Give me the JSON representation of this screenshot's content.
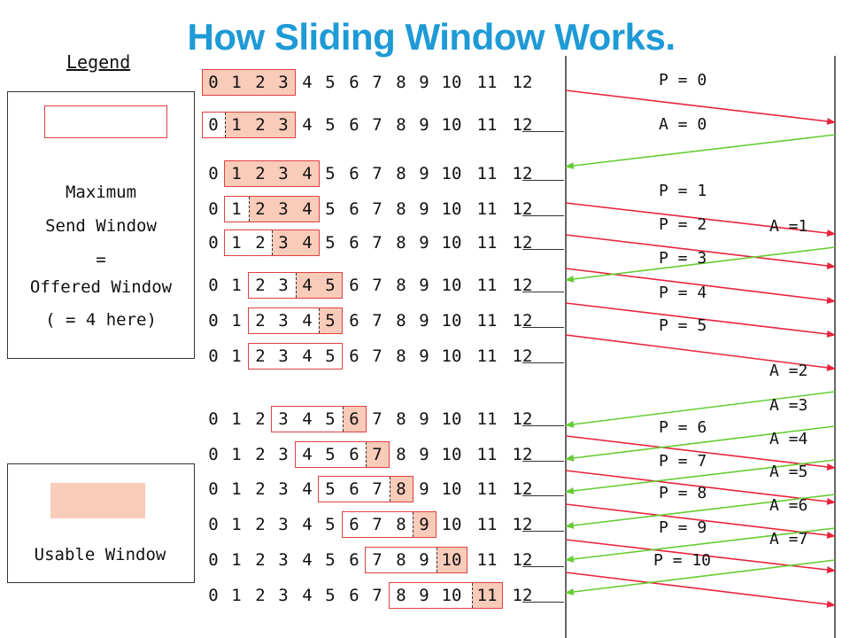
{
  "title": "How Sliding Window Works.",
  "legend": {
    "heading": "Legend",
    "max_window_lines": [
      "Maximum",
      "Send Window",
      "=",
      "Offered Window",
      "( = 4 here)"
    ],
    "usable_caption": "Usable Window"
  },
  "sequence": [
    "0",
    "1",
    "2",
    "3",
    "4",
    "5",
    "6",
    "7",
    "8",
    "9",
    "10",
    "11",
    "12"
  ],
  "rows": [
    {
      "max": [
        0,
        3
      ],
      "usable": [
        0,
        3
      ]
    },
    {
      "max": [
        0,
        3
      ],
      "usable": [
        1,
        3
      ]
    },
    {
      "max": [
        1,
        4
      ],
      "usable": [
        1,
        4
      ]
    },
    {
      "max": [
        1,
        4
      ],
      "usable": [
        2,
        4
      ]
    },
    {
      "max": [
        1,
        4
      ],
      "usable": [
        3,
        4
      ]
    },
    {
      "max": [
        2,
        5
      ],
      "usable": [
        4,
        5
      ]
    },
    {
      "max": [
        2,
        5
      ],
      "usable": [
        5,
        5
      ]
    },
    {
      "max": [
        2,
        5
      ],
      "usable": null
    },
    {
      "max": [
        3,
        6
      ],
      "usable": [
        6,
        6
      ]
    },
    {
      "max": [
        4,
        7
      ],
      "usable": [
        7,
        7
      ]
    },
    {
      "max": [
        5,
        8
      ],
      "usable": [
        8,
        8
      ]
    },
    {
      "max": [
        6,
        9
      ],
      "usable": [
        9,
        9
      ]
    },
    {
      "max": [
        7,
        10
      ],
      "usable": [
        10,
        10
      ]
    },
    {
      "max": [
        8,
        11
      ],
      "usable": [
        11,
        11
      ]
    }
  ],
  "send_labels": [
    "P = 0",
    "P = 1",
    "P = 2",
    "P = 3",
    "P = 4",
    "P = 5",
    "P = 6",
    "P = 7",
    "P = 8",
    "P = 9",
    "P = 10"
  ],
  "ack_labels": [
    "A = 0",
    "A =1",
    "A =2",
    "A =3",
    "A =4",
    "A =5",
    "A =6",
    "A =7"
  ],
  "colors": {
    "title": "#1e9ad6",
    "data_arrow": "#e8243c",
    "ack_arrow": "#66cc33",
    "max_window": "#e04040",
    "usable_window": "#f9cbb9"
  }
}
